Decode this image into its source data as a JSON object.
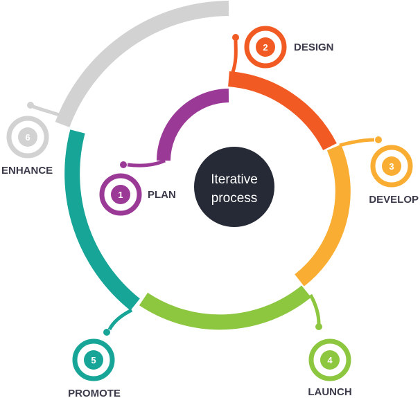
{
  "center": {
    "line1": "Iterative",
    "line2": "process",
    "color": "#252a36"
  },
  "steps": [
    {
      "number": "1",
      "label": "PLAN",
      "color": "#9b3a96"
    },
    {
      "number": "2",
      "label": "DESIGN",
      "color": "#f15a22"
    },
    {
      "number": "3",
      "label": "DEVELOP",
      "color": "#f9ae33"
    },
    {
      "number": "4",
      "label": "LAUNCH",
      "color": "#8dc63f"
    },
    {
      "number": "5",
      "label": "PROMOTE",
      "color": "#17a598"
    },
    {
      "number": "6",
      "label": "ENHANCE",
      "color": "#d2d2d2"
    }
  ]
}
